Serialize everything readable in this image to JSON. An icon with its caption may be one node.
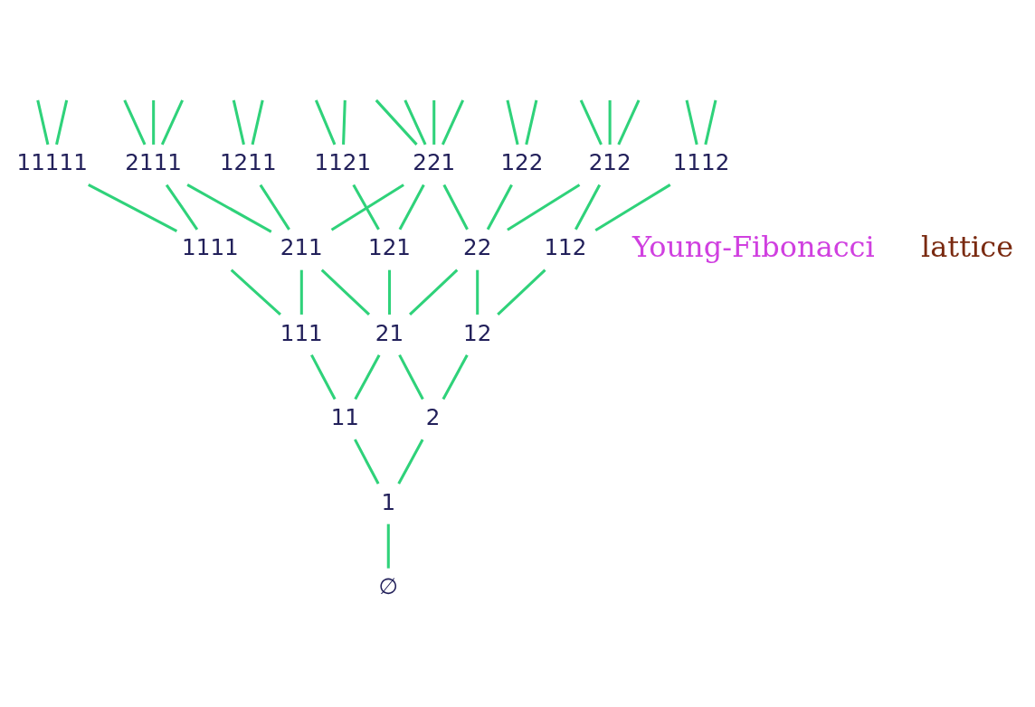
{
  "diagram": {
    "nodes": [
      {
        "text": [
          "∅"
        ]
      },
      {
        "text": [
          "1"
        ]
      },
      {
        "text": [
          "11"
        ]
      },
      {
        "text": [
          "2"
        ]
      },
      {
        "text": [
          "111"
        ]
      },
      {
        "text": [
          "21"
        ]
      },
      {
        "text": [
          "12"
        ]
      },
      {
        "text": [
          "1111"
        ]
      },
      {
        "text": [
          "211"
        ]
      },
      {
        "text": [
          "121"
        ]
      },
      {
        "text": [
          "22"
        ]
      },
      {
        "text": [
          "112"
        ]
      },
      {
        "text": [
          "11111"
        ]
      },
      {
        "text": [
          "2111"
        ]
      },
      {
        "text": [
          "1211"
        ]
      },
      {
        "text": [
          "1121"
        ]
      },
      {
        "text": [
          "221"
        ]
      },
      {
        "text": [
          "122"
        ]
      },
      {
        "text": [
          "212"
        ]
      },
      {
        "text": [
          "1112"
        ]
      }
    ],
    "edges": [
      {
        "from": 0,
        "to": 1,
        "arrow": "none"
      },
      {
        "from": 1,
        "to": 2,
        "arrow": "none"
      },
      {
        "from": 1,
        "to": 3,
        "arrow": "none"
      },
      {
        "from": 2,
        "to": 4,
        "arrow": "none"
      },
      {
        "from": 2,
        "to": 5,
        "arrow": "none"
      },
      {
        "from": 3,
        "to": 5,
        "arrow": "none"
      },
      {
        "from": 3,
        "to": 6,
        "arrow": "none"
      },
      {
        "from": 4,
        "to": 7,
        "arrow": "none"
      },
      {
        "from": 4,
        "to": 8,
        "arrow": "none"
      },
      {
        "from": 5,
        "to": 8,
        "arrow": "none"
      },
      {
        "from": 5,
        "to": 9,
        "arrow": "none"
      },
      {
        "from": 5,
        "to": 10,
        "arrow": "none"
      },
      {
        "from": 6,
        "to": 10,
        "arrow": "none"
      },
      {
        "from": 6,
        "to": 11,
        "arrow": "none"
      },
      {
        "from": 7,
        "to": 12,
        "arrow": "none"
      },
      {
        "from": 7,
        "to": 13,
        "arrow": "none"
      },
      {
        "from": 8,
        "to": 13,
        "arrow": "none"
      },
      {
        "from": 8,
        "to": 14,
        "arrow": "none"
      },
      {
        "from": 8,
        "to": 16,
        "arrow": "none"
      },
      {
        "from": 9,
        "to": 15,
        "arrow": "none"
      },
      {
        "from": 9,
        "to": 16,
        "arrow": "none"
      },
      {
        "from": 10,
        "to": 16,
        "arrow": "none"
      },
      {
        "from": 10,
        "to": 17,
        "arrow": "none"
      },
      {
        "from": 10,
        "to": 18,
        "arrow": "none"
      },
      {
        "from": 11,
        "to": 18,
        "arrow": "none"
      },
      {
        "from": 11,
        "to": 19,
        "arrow": "none"
      },
      {
        "from": 12,
        "to": null,
        "arrow": "none"
      },
      {
        "from": 12,
        "to": null,
        "arrow": "none"
      },
      {
        "from": 13,
        "to": null,
        "arrow": "none"
      },
      {
        "from": 13,
        "to": null,
        "arrow": "none"
      },
      {
        "from": 13,
        "to": null,
        "arrow": "none"
      },
      {
        "from": 14,
        "to": null,
        "arrow": "none"
      },
      {
        "from": 14,
        "to": null,
        "arrow": "none"
      },
      {
        "from": 15,
        "to": null,
        "arrow": "none"
      },
      {
        "from": 15,
        "to": null,
        "arrow": "none"
      },
      {
        "from": 16,
        "to": null,
        "arrow": "none"
      },
      {
        "from": 16,
        "to": null,
        "arrow": "none"
      },
      {
        "from": 16,
        "to": null,
        "arrow": "none"
      },
      {
        "from": 16,
        "to": null,
        "arrow": "none"
      },
      {
        "from": 17,
        "to": null,
        "arrow": "none"
      },
      {
        "from": 17,
        "to": null,
        "arrow": "none"
      },
      {
        "from": 18,
        "to": null,
        "arrow": "none"
      },
      {
        "from": 18,
        "to": null,
        "arrow": "none"
      },
      {
        "from": 18,
        "to": null,
        "arrow": "none"
      },
      {
        "from": 19,
        "to": null,
        "arrow": "none"
      },
      {
        "from": 19,
        "to": null,
        "arrow": "none"
      }
    ],
    "labels": [
      "Young-Fibonacci",
      "lattice"
    ]
  }
}
